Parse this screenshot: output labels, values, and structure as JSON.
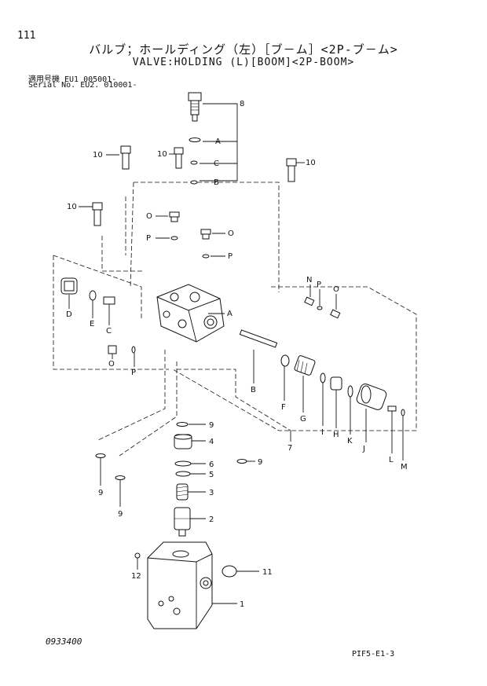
{
  "header": {
    "page_number": "111",
    "title_jp": "バルブ；ホールディング（左）［ブ－ム］<2P-ブ－ム>",
    "title_en": "VALVE:HOLDING (L)[BOOM]<2P-BOOM>",
    "serial_line_1": "適用号機  EU1  005001-",
    "serial_line_2": "Serial No. EU2. 010001-"
  },
  "footer": {
    "doc_code": "0933400",
    "sheet_code": "PIF5-E1-3"
  },
  "callouts": {
    "c8": "8",
    "c10a": "10",
    "c10b": "10",
    "c10c": "10",
    "c10d": "10",
    "cA1": "A",
    "cC1": "C",
    "cB1": "B",
    "cO1": "O",
    "cP1": "P",
    "cO2": "O",
    "cP2": "P",
    "cN": "N",
    "cP3": "P",
    "cO3": "O",
    "cA2": "A",
    "cD": "D",
    "cE": "E",
    "cC2": "C",
    "cO4": "O",
    "cP4": "P",
    "cB2": "B",
    "cF": "F",
    "cG": "G",
    "cI": "I",
    "cH": "H",
    "cK": "K",
    "cJ": "J",
    "cL": "L",
    "cM": "M",
    "c7": "7",
    "c9a": "9",
    "c9b": "9",
    "c9c": "9",
    "c9d": "9",
    "c4": "4",
    "c6": "6",
    "c5": "5",
    "c3": "3",
    "c2": "2",
    "c12": "12",
    "c11": "11",
    "c1": "1"
  }
}
